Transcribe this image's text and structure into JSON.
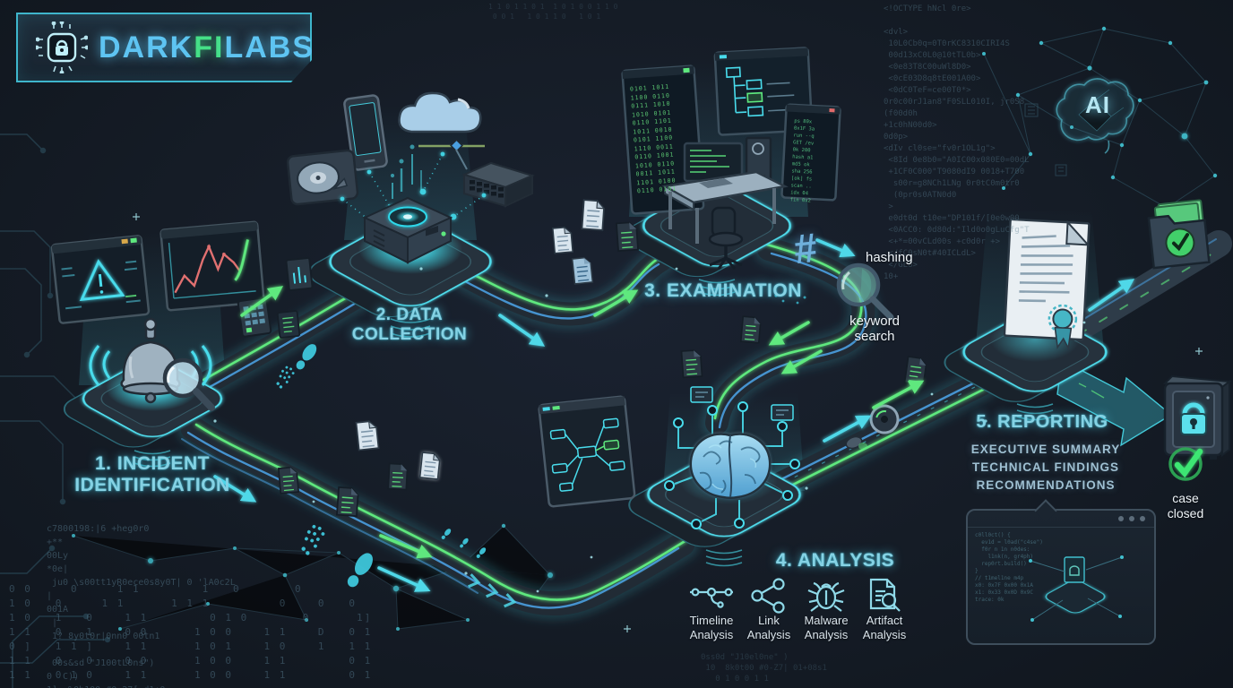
{
  "colors": {
    "background": "#151c26",
    "accent_cyan": "#4fdcec",
    "accent_green": "#5ee87e",
    "accent_blue": "#4a9fe0",
    "label_cyan": "#85d2e4",
    "text_white": "#eef4f8",
    "subtext": "#9fc0d2",
    "brand_blue": "#5ec4f2",
    "brand_green": "#45e087"
  },
  "logo": {
    "part1": "DARK",
    "part2": "FI",
    "part3": "LABS"
  },
  "stages": [
    {
      "line1": "1. INCIDENT",
      "line2": "IDENTIFICATION"
    },
    {
      "line1": "2. DATA",
      "line2": "COLLECTION"
    },
    {
      "line1": "3. EXAMINATION",
      "line2": ""
    },
    {
      "line1": "4. ANALYSIS",
      "line2": ""
    },
    {
      "line1": "5. REPORTING",
      "line2": ""
    }
  ],
  "examination": {
    "hash_symbol": "#",
    "hashing_label": "hashing",
    "keyword_line1": "keyword",
    "keyword_line2": "search"
  },
  "reporting": {
    "item1": "EXECUTIVE SUMMARY",
    "item2": "TECHNICAL FINDINGS",
    "item3": "RECOMMENDATIONS"
  },
  "analysis_tools": [
    {
      "line1": "Timeline",
      "line2": "Analysis",
      "icon": "timeline-icon"
    },
    {
      "line1": "Link",
      "line2": "Analysis",
      "icon": "link-graph-icon"
    },
    {
      "line1": "Malware",
      "line2": "Analysis",
      "icon": "bug-icon"
    },
    {
      "line1": "Artifact",
      "line2": "Analysis",
      "icon": "document-magnifier-icon"
    }
  ],
  "badges": {
    "ai_label": "AI",
    "case_line1": "case",
    "case_line2": "closed"
  },
  "texture": {
    "code_right": "<!OCTYPE hNcl 0re>\n\n<dvl>\n 10L0Cb0q=0T0rKC8310CIRI4S\n 00d13xC0L0@10tTL0b>\n <0e83T8C00uWl8D0>\n <0cE03D8q8tE001A00>\n <0dC0TeF=ce00T0*>\n0r0c00rJ1an8\"F0SLL010I, jr0S8\n(f00d0h\n+1c0hN00d0>\n0d0p>\n<dIv cl0se=\"fv0r1OL1g\">\n <8Id 0e8b0=\"A0IC00x080E0=00dL\n +1CF0C000\"T9080dI9 0018+T700\n  s00r=g8NCh1LNg 0r0tC0m0tr0\n  (0pr0s0ATN0d0\n >\n e0dt0d t10e=\"DP101f/[0e0w00\n <0ACC0: 0d80d:\"Ild0o0gLuCfg\"T\n <+*=00vCLd00s +c0d0r +>\n </fC0sN0t#40ICLdL>\n </GL8>\n10+",
    "code_left": "c7800198:|6 +heg0r0\n+**\n00Ly\n*0e|\n ju0 \\s00tt1yR0ece0s8y0T| 0 'lA0c2L\n|\n001A\n |\n 1? 8y0t0r|0nn0 00tn1\n\n 00s&sd \"J100tL0ns\")\n0  C))\n1]  %0b100 #0:27[ d1+0",
    "code_top": "1 1 0 1 1 0 1  1 0 1 0 0 1 1 0\n 0 0 1   1 0 1 1 0   1 0 1",
    "code_bottom": "0ss0d \"J10el0ne\" )\n 10  8k0t00 #0-Z7| 01+08s1\n   0 1 0 0 1 1",
    "binary": "0 0     0     1 1        1   0       0\n1 0   0     1 1      1 1 1         0    0   0\n1 0   1   0    1 1        0 1 0       0      1]\n1 1   0   1    0 0      1 0 0    1 1    D   0 1\n0 ]   1 1 ]    1 1      1 0 1    1 0    1   1 1\n1 1   0   0    0 0      1 0 0    1 1        0 1\n1 1   0 1 0    1 1      1 0 0    1 1        0 1",
    "hex_matrix": "0101 1011\n1100 0110\n0111 1010\n1010 0101\n0110 1101\n1011 0010\n0101 1100\n1110 0011\n0110 1001\n1010 0110\n0011 1011\n1101 0100\n0110 0101",
    "terminal_lines": "ps 80x\n0x1F 3a\nrun --q\nGET /ev\n0k 200\nhash a1\nmd5 ok\nsha 256\n[ok] fs\nscan ..\nidx 04\nfin 0x2",
    "browser_code": "c0ll0ct() {\n  ev1d = l0ad(\"c4se\")\n  f0r n 1n n0des:\n    l1nk(n, gr4ph)\n  rep0rt.bu1ld()\n}\n// t1mel1ne m4p\nx0: 0x7F 0x00 0x1A\nx1: 0x33 0x0D 0x9C\ntrace: 0k"
  }
}
